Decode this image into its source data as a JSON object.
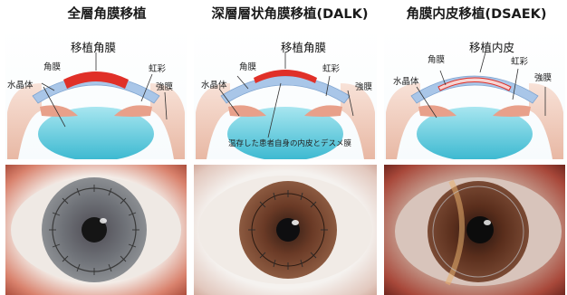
{
  "panels": [
    {
      "title": "全層角膜移植",
      "labels": {
        "graft": "移植角膜",
        "cornea": "角膜",
        "iris": "虹彩",
        "lens": "水晶体",
        "sclera": "強膜"
      }
    },
    {
      "title": "深層層状角膜移植(DALK)",
      "labels": {
        "graft": "移植角膜",
        "cornea": "角膜",
        "iris": "虹彩",
        "lens": "水晶体",
        "sclera": "強膜",
        "note": "温存した患者自身の内皮とデスメ膜"
      }
    },
    {
      "title": "角膜内皮移植(DSAEK)",
      "labels": {
        "graft": "移植内皮",
        "cornea": "角膜",
        "iris": "虹彩",
        "lens": "水晶体",
        "sclera": "強膜"
      }
    }
  ],
  "colors": {
    "graft": "#e03028",
    "cornea": "#a9c6e8",
    "lens": "#5cc8dc",
    "iris": "#e8a08a",
    "sclera": "#f2d2c4"
  }
}
